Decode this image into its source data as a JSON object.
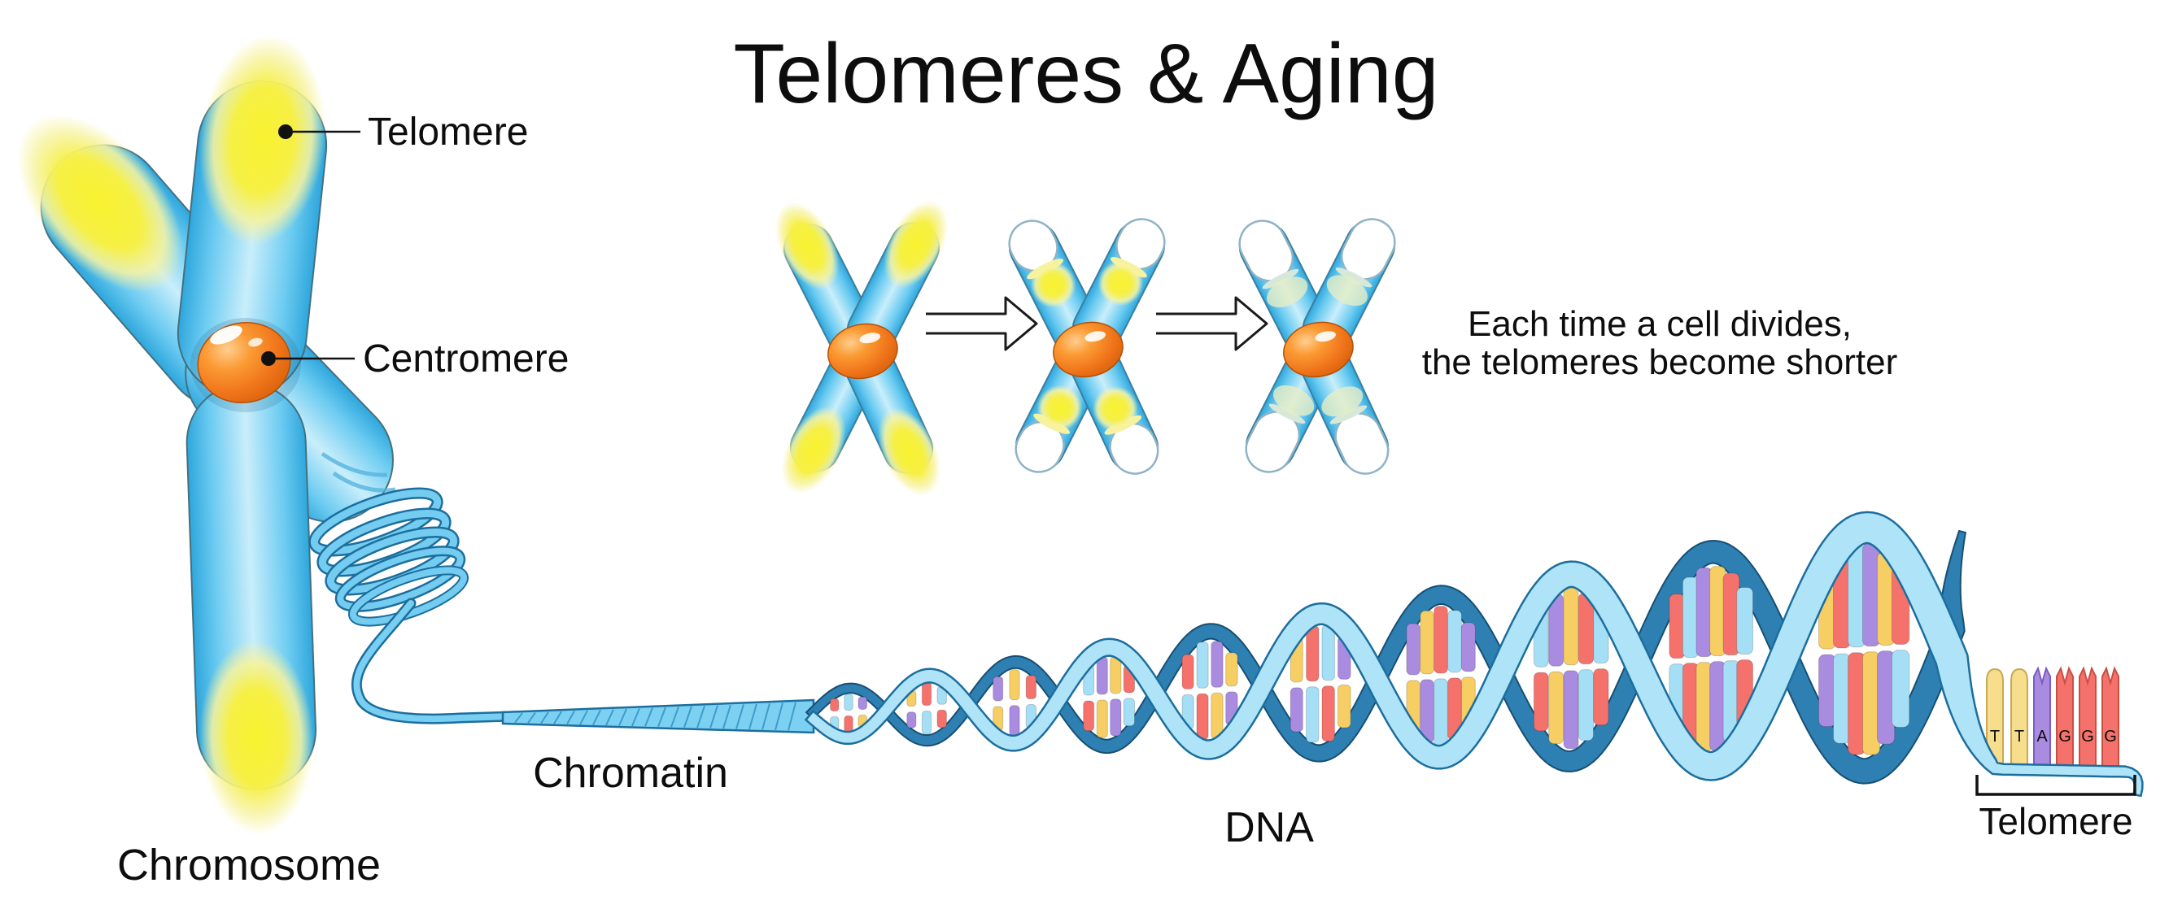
{
  "title": "Telomeres & Aging",
  "left_figure": {
    "chromosome_label": "Chromosome",
    "telomere_callout": "Telomere",
    "centromere_callout": "Centromere"
  },
  "division": {
    "caption_line1": "Each time a cell divides,",
    "caption_line2": "the telomeres become shorter"
  },
  "chromatin_label": "Chromatin",
  "dna_label": "DNA",
  "telomere_end": {
    "label": "Telomere",
    "bases": [
      "T",
      "T",
      "A",
      "G",
      "G",
      "G"
    ]
  },
  "colors": {
    "chromosome_blue": "#5BC8F0",
    "telomere_yellow": "#F6F03C",
    "centromere_orange": "#F2791B",
    "dna_front_strand": "#AEE3F8",
    "dna_front_edge": "#1C6E9E",
    "dna_back_strand": "#2E7FB2",
    "dna_back_edge": "#174F73",
    "base_red": "#F4726B",
    "base_blue": "#A5DFF6",
    "base_purple": "#A98BE0",
    "base_yellow": "#F6CE63",
    "ink": "#111111"
  }
}
